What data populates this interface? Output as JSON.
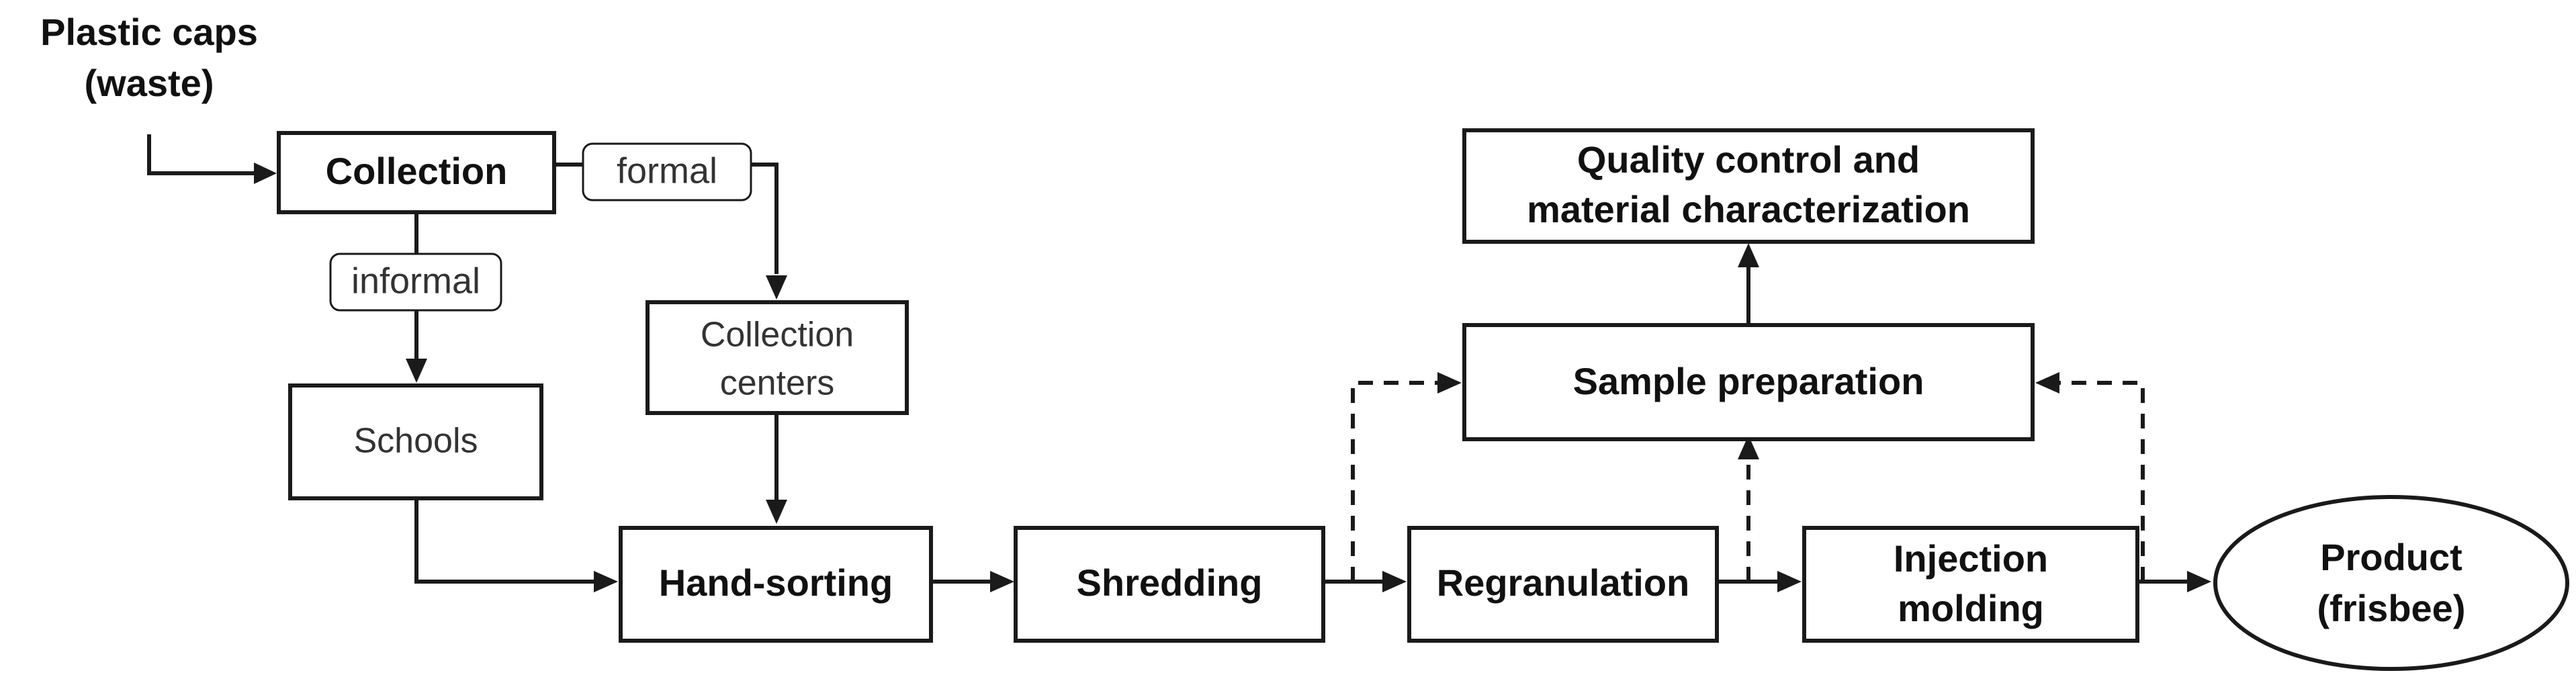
{
  "nodes": {
    "source": {
      "line1": "Plastic caps",
      "line2": "(waste)"
    },
    "collection": {
      "label": "Collection"
    },
    "formal": {
      "label": "formal"
    },
    "informal": {
      "label": "informal"
    },
    "collection_centers": {
      "line1": "Collection",
      "line2": "centers"
    },
    "schools": {
      "label": "Schools"
    },
    "hand_sorting": {
      "label": "Hand-sorting"
    },
    "shredding": {
      "label": "Shredding"
    },
    "regranulation": {
      "label": "Regranulation"
    },
    "injection_molding": {
      "line1": "Injection",
      "line2": "molding"
    },
    "product": {
      "line1": "Product",
      "line2": "(frisbee)"
    },
    "sample_preparation": {
      "label": "Sample preparation"
    },
    "quality_control": {
      "line1": "Quality control and",
      "line2": "material characterization"
    }
  },
  "colors": {
    "stroke": "#1a1a1a",
    "text": "#111111",
    "background": "#ffffff"
  }
}
